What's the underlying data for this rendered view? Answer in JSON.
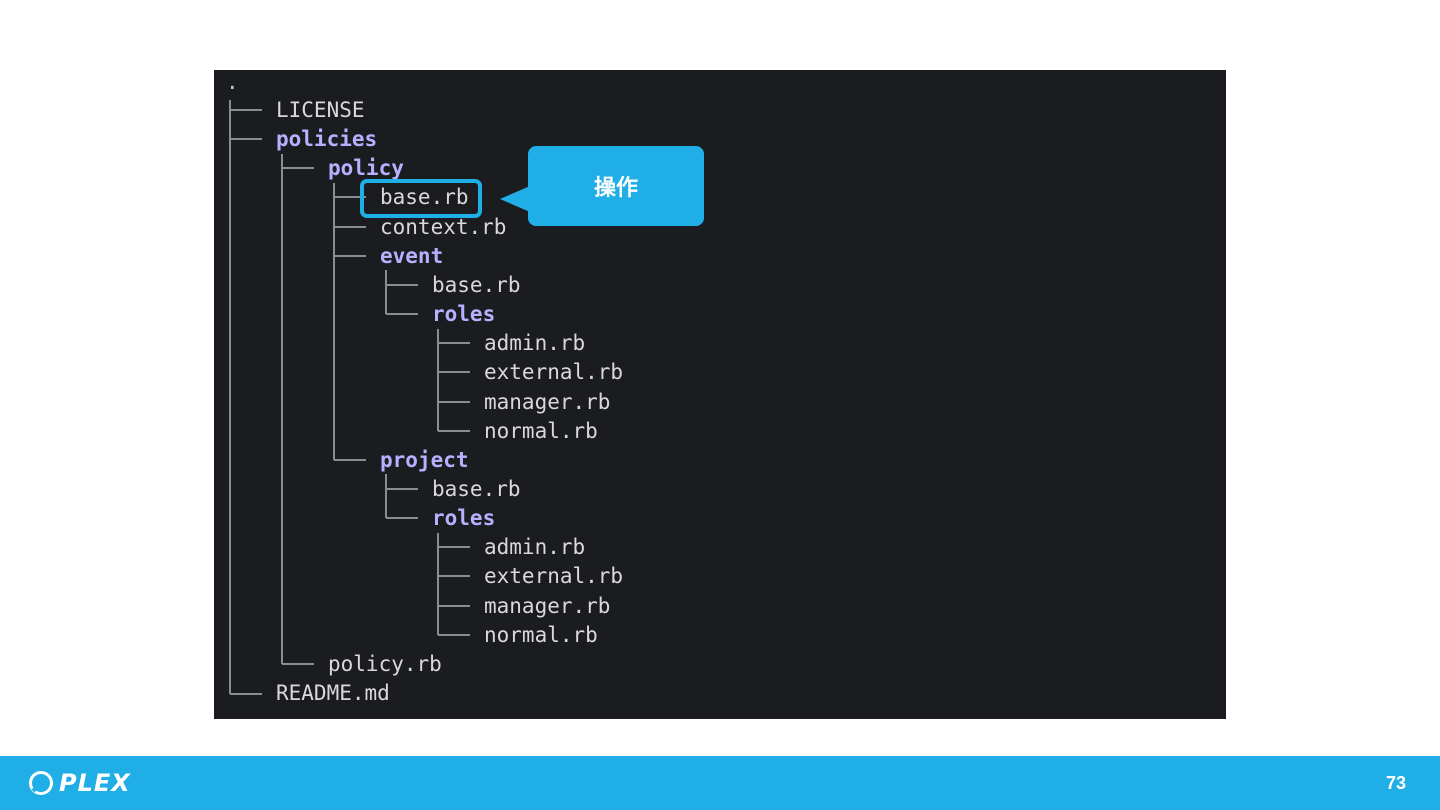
{
  "tree": {
    "root": ".",
    "entries": [
      {
        "name": "LICENSE",
        "type": "file"
      },
      {
        "name": "policies",
        "type": "dir"
      },
      {
        "name": "policy",
        "type": "dir"
      },
      {
        "name": "base.rb",
        "type": "file",
        "highlighted": true
      },
      {
        "name": "context.rb",
        "type": "file"
      },
      {
        "name": "event",
        "type": "dir"
      },
      {
        "name": "base.rb",
        "type": "file"
      },
      {
        "name": "roles",
        "type": "dir"
      },
      {
        "name": "admin.rb",
        "type": "file"
      },
      {
        "name": "external.rb",
        "type": "file"
      },
      {
        "name": "manager.rb",
        "type": "file"
      },
      {
        "name": "normal.rb",
        "type": "file"
      },
      {
        "name": "project",
        "type": "dir"
      },
      {
        "name": "base.rb",
        "type": "file"
      },
      {
        "name": "roles",
        "type": "dir"
      },
      {
        "name": "admin.rb",
        "type": "file"
      },
      {
        "name": "external.rb",
        "type": "file"
      },
      {
        "name": "manager.rb",
        "type": "file"
      },
      {
        "name": "normal.rb",
        "type": "file"
      },
      {
        "name": "policy.rb",
        "type": "file"
      },
      {
        "name": "README.md",
        "type": "file"
      }
    ]
  },
  "callout": {
    "label": "操作"
  },
  "footer": {
    "logo": "PLEX",
    "page_number": "73"
  },
  "colors": {
    "accent": "#1faee6",
    "terminal_bg": "#1b1c20",
    "dir_text": "#b6b1ff",
    "file_text": "#d9d9dc"
  }
}
